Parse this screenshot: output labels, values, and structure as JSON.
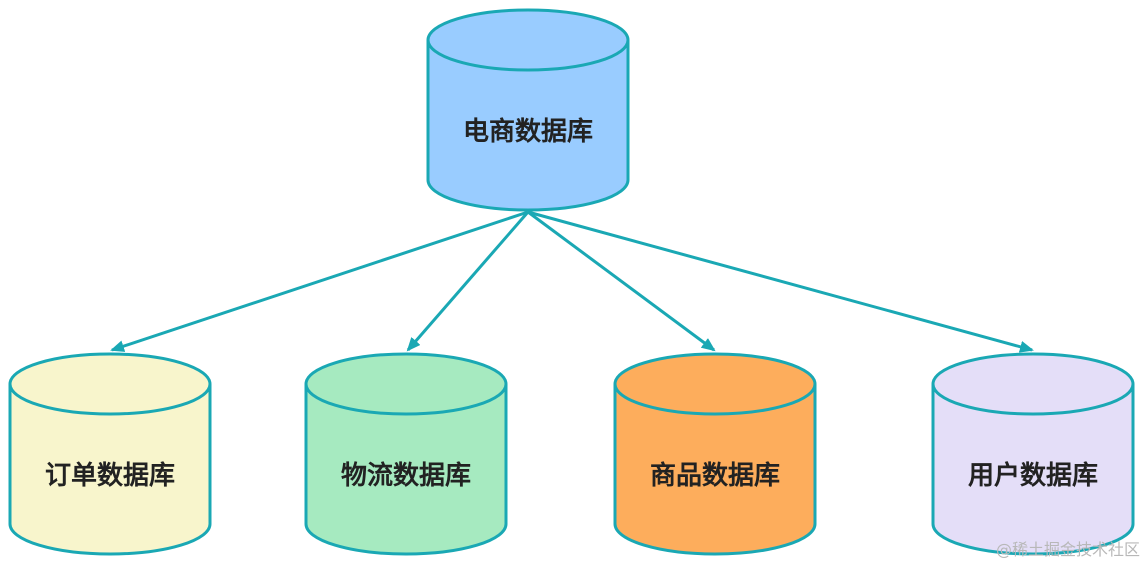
{
  "diagram": {
    "stroke_color": "#1aa8b4",
    "root": {
      "label": "电商数据库",
      "color": "#99ccff"
    },
    "children": [
      {
        "label": "订单数据库",
        "color": "#f8f5cc"
      },
      {
        "label": "物流数据库",
        "color": "#a6eac0"
      },
      {
        "label": "商品数据库",
        "color": "#fdad5c"
      },
      {
        "label": "用户数据库",
        "color": "#e4def8"
      }
    ]
  },
  "watermark": "@稀土掘金技术社区"
}
